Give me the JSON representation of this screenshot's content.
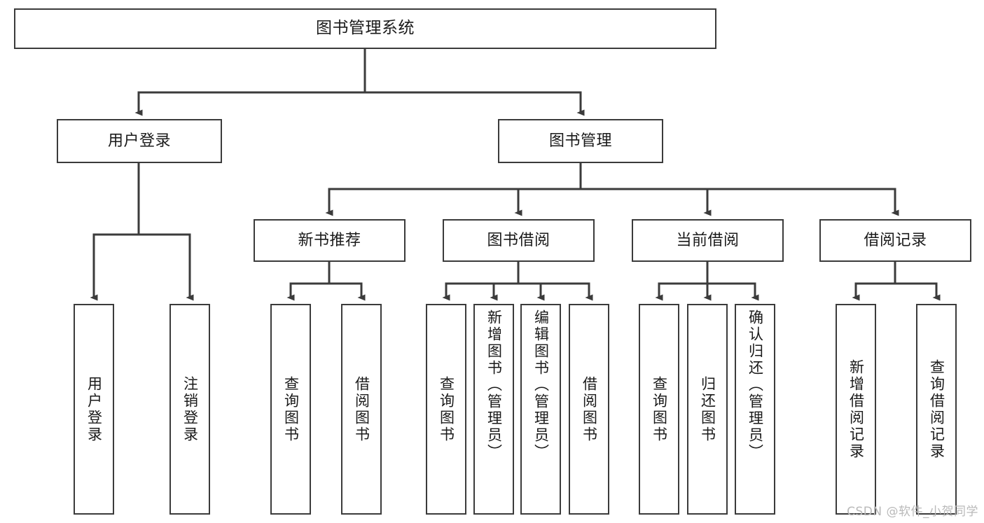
{
  "diagram": {
    "type": "tree",
    "title": "图书管理系统",
    "orientation": "top-down",
    "line_color": "#3b3b3b",
    "box_fill": "#ffffff",
    "box_border": "#3b3b3b",
    "arrow_style": "filled-triangle"
  },
  "nodes": {
    "root": {
      "label": "图书管理系统",
      "level": 1
    },
    "user_login": {
      "label": "用户登录",
      "level": 2
    },
    "book_manage": {
      "label": "图书管理",
      "level": 2
    },
    "new_book_rec": {
      "label": "新书推荐",
      "level": 3
    },
    "book_borrow": {
      "label": "图书借阅",
      "level": 3
    },
    "current_borrow": {
      "label": "当前借阅",
      "level": 3
    },
    "borrow_record": {
      "label": "借阅记录",
      "level": 3
    }
  },
  "leaves": {
    "user_login_children": [
      {
        "label": "用户登录"
      },
      {
        "label": "注销登录"
      }
    ],
    "new_book_rec_children": [
      {
        "label": "查询图书"
      },
      {
        "label": "借阅图书"
      }
    ],
    "book_borrow_children": [
      {
        "label": "查询图书"
      },
      {
        "label": "新增图书（管理员）"
      },
      {
        "label": "编辑图书（管理员）"
      },
      {
        "label": "借阅图书"
      }
    ],
    "current_borrow_children": [
      {
        "label": "查询图书"
      },
      {
        "label": "归还图书"
      },
      {
        "label": "确认归还（管理员）"
      }
    ],
    "borrow_record_children": [
      {
        "label": "新增借阅记录"
      },
      {
        "label": "查询借阅记录"
      }
    ]
  },
  "watermark": {
    "text": "CSDN @软件_小贺同学"
  }
}
